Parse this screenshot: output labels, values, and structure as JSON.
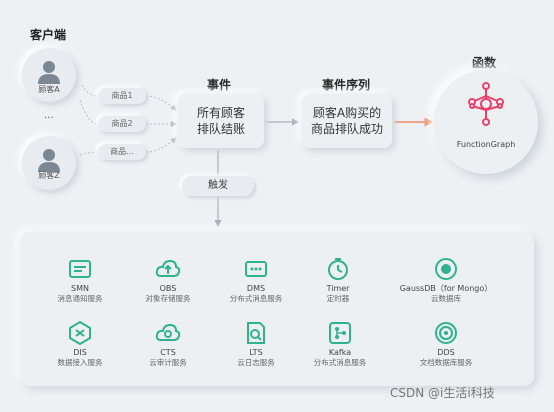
{
  "client": {
    "title": "客户端",
    "customer_a": "顾客A",
    "customer_z": "顾客Z",
    "ellipsis": "..."
  },
  "products": [
    "商品1",
    "商品2",
    "商品..."
  ],
  "event": {
    "title": "事件",
    "text_line1": "所有顾客",
    "text_line2": "排队结账"
  },
  "sequence": {
    "title": "事件序列",
    "text_line1": "顾客A购买的",
    "text_line2": "商品排队成功"
  },
  "function": {
    "title": "函数",
    "name": "FunctionGraph"
  },
  "trigger": {
    "label": "触发"
  },
  "services": [
    {
      "name": "SMN",
      "desc": "消息通知服务",
      "icon": "smn-icon"
    },
    {
      "name": "OBS",
      "desc": "对象存储服务",
      "icon": "obs-icon"
    },
    {
      "name": "DMS",
      "desc": "分布式消息服务",
      "icon": "dms-icon"
    },
    {
      "name": "Timer",
      "desc": "定时器",
      "icon": "timer-icon"
    },
    {
      "name": "GaussDB（for Mongo）",
      "desc": "云数据库",
      "icon": "gaussdb-icon"
    },
    {
      "name": "DIS",
      "desc": "数据接入服务",
      "icon": "dis-icon"
    },
    {
      "name": "CTS",
      "desc": "云审计服务",
      "icon": "cts-icon"
    },
    {
      "name": "LTS",
      "desc": "云日志服务",
      "icon": "lts-icon"
    },
    {
      "name": "Kafka",
      "desc": "分布式消息服务",
      "icon": "kafka-icon"
    },
    {
      "name": "DDS",
      "desc": "文档数据库服务",
      "icon": "dds-icon"
    }
  ],
  "watermark": "CSDN @i生活i科技",
  "colors": {
    "accent": "#2fb38f",
    "arrow_orange": "#f08a5d",
    "function_red": "#e8426b"
  }
}
